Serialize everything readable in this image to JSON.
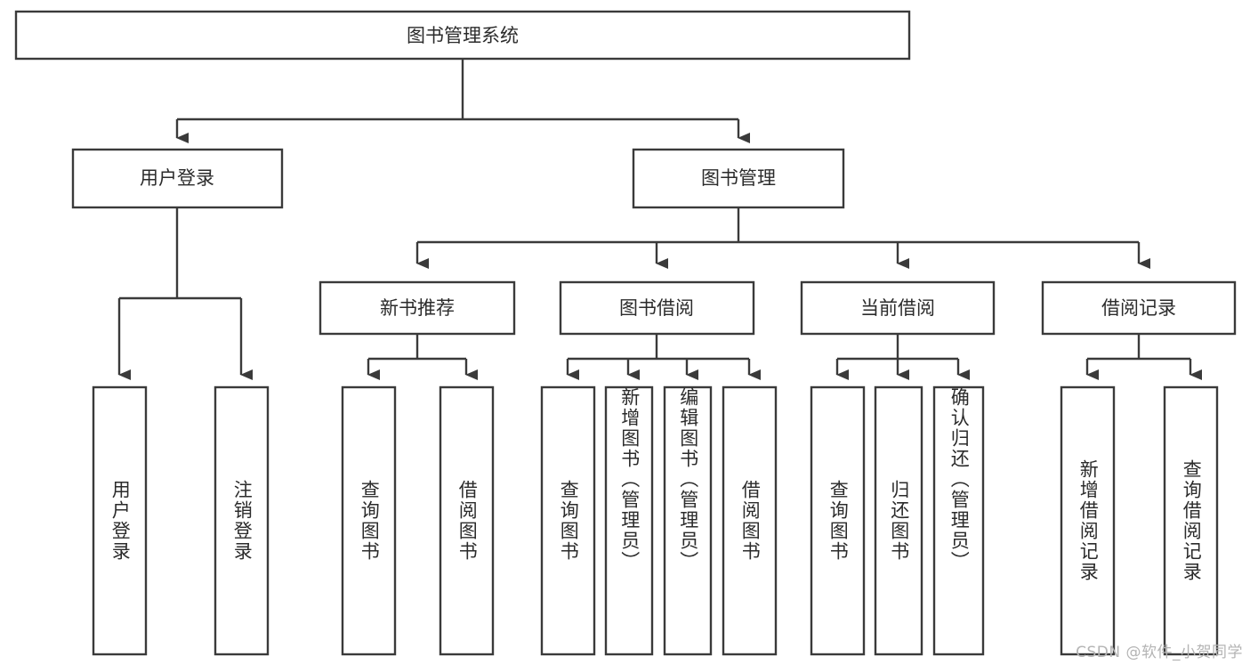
{
  "diagram": {
    "title": "图书管理系统",
    "type": "tree-hierarchy",
    "watermark": "CSDN @软件_小贺同学",
    "root": {
      "id": "root",
      "label": "图书管理系统"
    },
    "level1": [
      {
        "id": "user-login",
        "label": "用户登录"
      },
      {
        "id": "book-manage",
        "label": "图书管理"
      }
    ],
    "level2": [
      {
        "id": "new-book-rec",
        "label": "新书推荐",
        "parent": "book-manage"
      },
      {
        "id": "book-borrow",
        "label": "图书借阅",
        "parent": "book-manage"
      },
      {
        "id": "current-borrow",
        "label": "当前借阅",
        "parent": "book-manage"
      },
      {
        "id": "borrow-record",
        "label": "借阅记录",
        "parent": "book-manage"
      }
    ],
    "leaves": [
      {
        "id": "leaf-user-login",
        "label": "用户登录",
        "parent": "user-login"
      },
      {
        "id": "leaf-logout",
        "label": "注销登录",
        "parent": "user-login"
      },
      {
        "id": "leaf-query-book-1",
        "label": "查询图书",
        "parent": "new-book-rec"
      },
      {
        "id": "leaf-borrow-book-1",
        "label": "借阅图书",
        "parent": "new-book-rec"
      },
      {
        "id": "leaf-query-book-2",
        "label": "查询图书",
        "parent": "book-borrow"
      },
      {
        "id": "leaf-add-book",
        "label": "新增图书（管理员）",
        "parent": "book-borrow"
      },
      {
        "id": "leaf-edit-book",
        "label": "编辑图书（管理员）",
        "parent": "book-borrow"
      },
      {
        "id": "leaf-borrow-book-2",
        "label": "借阅图书",
        "parent": "book-borrow"
      },
      {
        "id": "leaf-query-book-3",
        "label": "查询图书",
        "parent": "current-borrow"
      },
      {
        "id": "leaf-return-book",
        "label": "归还图书",
        "parent": "current-borrow"
      },
      {
        "id": "leaf-confirm-return",
        "label": "确认归还（管理员）",
        "parent": "current-borrow"
      },
      {
        "id": "leaf-add-record",
        "label": "新增借阅记录",
        "parent": "borrow-record"
      },
      {
        "id": "leaf-query-record",
        "label": "查询借阅记录",
        "parent": "borrow-record"
      }
    ],
    "colors": {
      "stroke": "#3a3a3a",
      "fill": "#ffffff",
      "text": "#2b2b2b",
      "watermark": "#b4b4b4"
    }
  }
}
